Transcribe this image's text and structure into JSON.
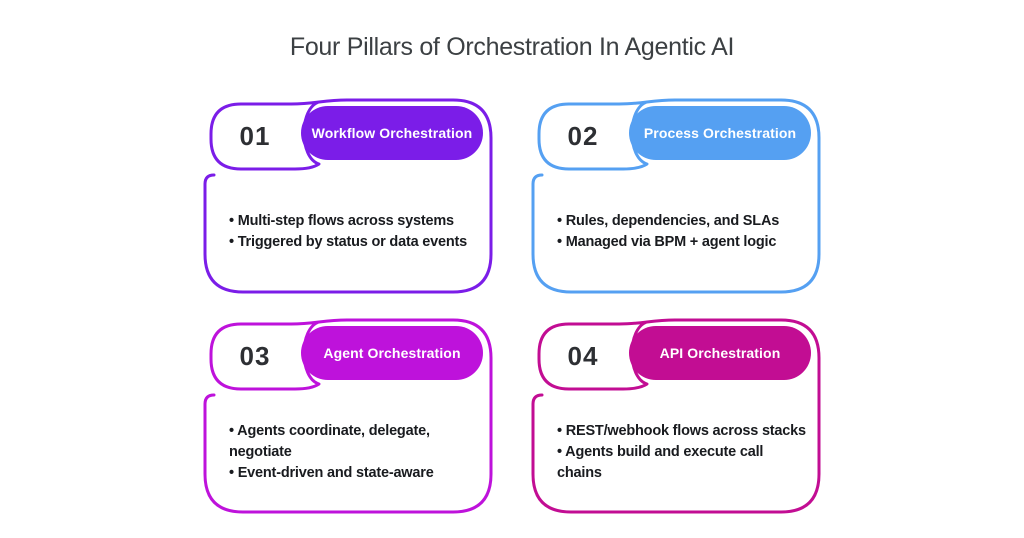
{
  "page": {
    "title": "Four Pillars of Orchestration In Agentic AI"
  },
  "cards": [
    {
      "number": "01",
      "title": "Workflow Orchestration",
      "color": "#7B1DE8",
      "bullets": [
        "• Multi-step flows across systems",
        "• Triggered by status or data events"
      ]
    },
    {
      "number": "02",
      "title": "Process Orchestration",
      "color": "#55A0F2",
      "bullets": [
        "• Rules, dependencies, and SLAs",
        "• Managed via BPM + agent logic"
      ]
    },
    {
      "number": "03",
      "title": "Agent Orchestration",
      "color": "#BE12DB",
      "bullets": [
        "• Agents coordinate, delegate, negotiate",
        "• Event-driven and state-aware"
      ]
    },
    {
      "number": "04",
      "title": "API Orchestration",
      "color": "#C20D93",
      "bullets": [
        "• REST/webhook flows across stacks",
        "• Agents build and execute call chains"
      ]
    }
  ]
}
